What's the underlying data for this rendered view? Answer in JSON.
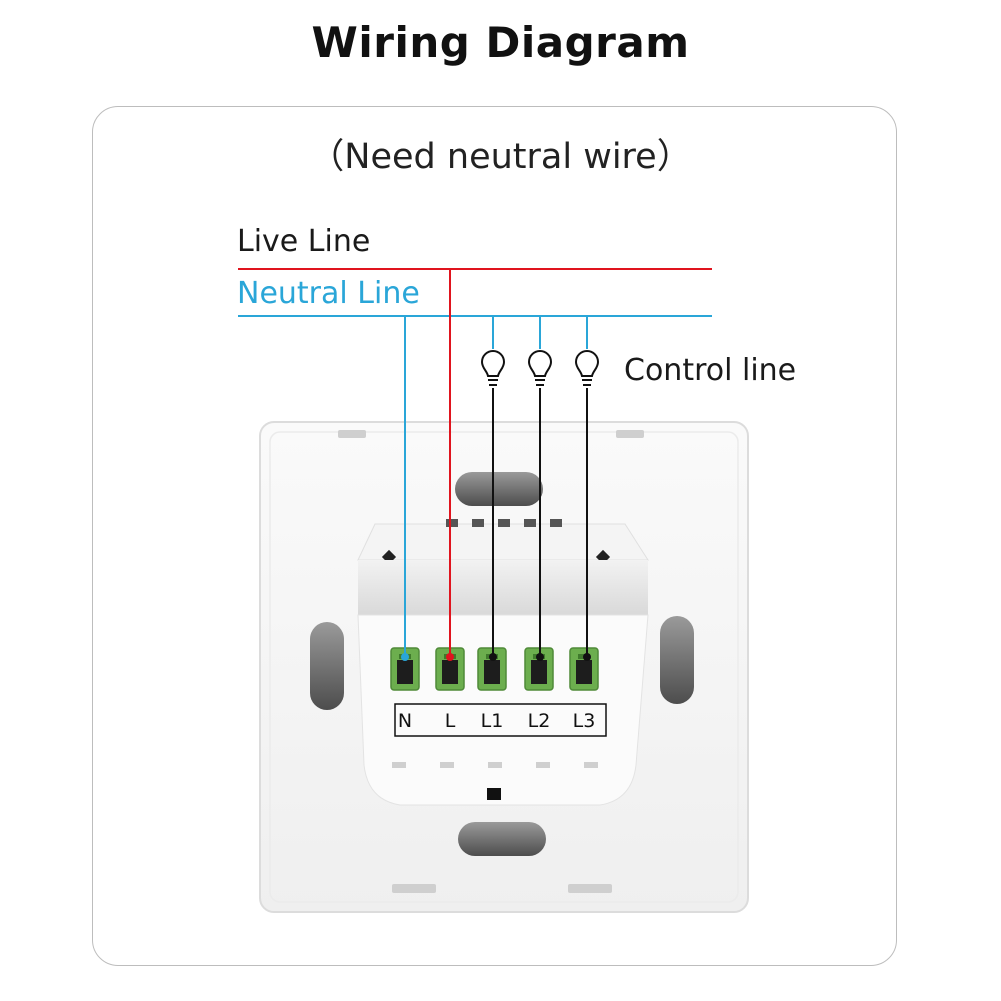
{
  "title": "Wiring Diagram",
  "subtitle": "（Need neutral wire）",
  "lines": {
    "live": {
      "label": "Live Line",
      "color": "#e0141e"
    },
    "neutral": {
      "label": "Neutral Line",
      "color": "#2aa6d8"
    },
    "control": {
      "label": "Control line",
      "color": "#111111"
    }
  },
  "terminals": [
    {
      "label": "N"
    },
    {
      "label": "L"
    },
    {
      "label": "L1"
    },
    {
      "label": "L2"
    },
    {
      "label": "L3"
    }
  ],
  "lamps": 3,
  "colors": {
    "terminal_green": "#6cae4e",
    "panel": "#f7f7f7"
  }
}
